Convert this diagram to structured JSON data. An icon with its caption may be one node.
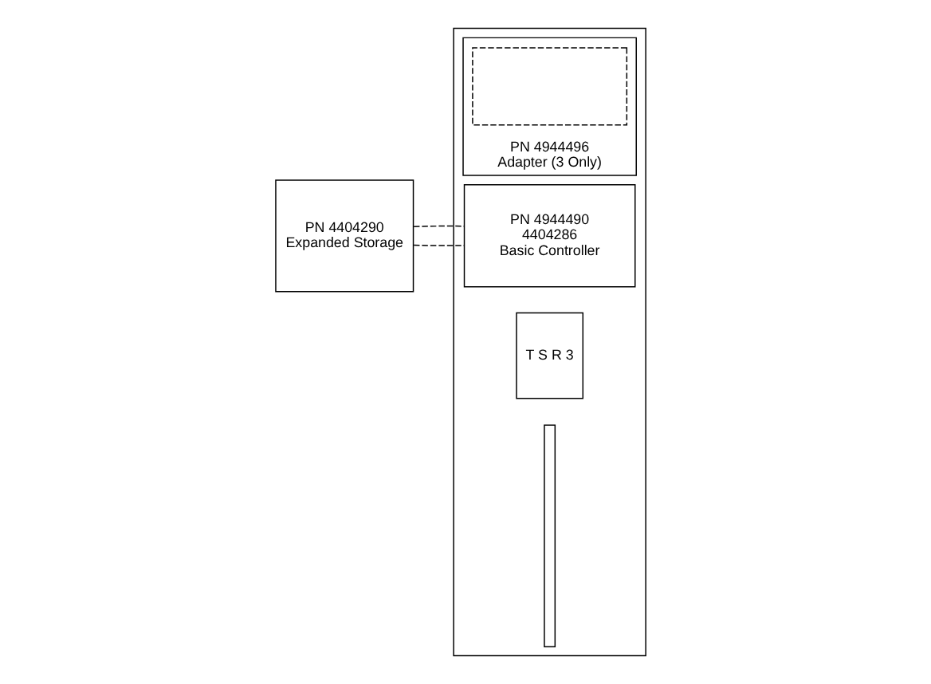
{
  "diagram": {
    "nodes": [
      {
        "text": [],
        "shape": "box"
      },
      {
        "text": [
          "PN 4404290",
          "Expanded Storage"
        ]
      },
      {
        "text": [
          "PN 4944490",
          "4404286",
          "Basic Controller"
        ],
        "in": 0
      },
      {
        "text": [
          "PN 4944496",
          "Adapter (3 Only)"
        ],
        "in": 0
      },
      {
        "text": [],
        "shape": "box",
        "in": 3
      },
      {
        "text": [
          "T S R 3"
        ],
        "in": 0
      },
      {
        "text": [],
        "shape": "bar",
        "in": 0
      }
    ],
    "edges": [
      {
        "from": 1,
        "to": 2,
        "arrow": "none",
        "style": "dashed"
      },
      {
        "from": 1,
        "to": 2,
        "arrow": "none",
        "style": "dashed"
      }
    ]
  }
}
